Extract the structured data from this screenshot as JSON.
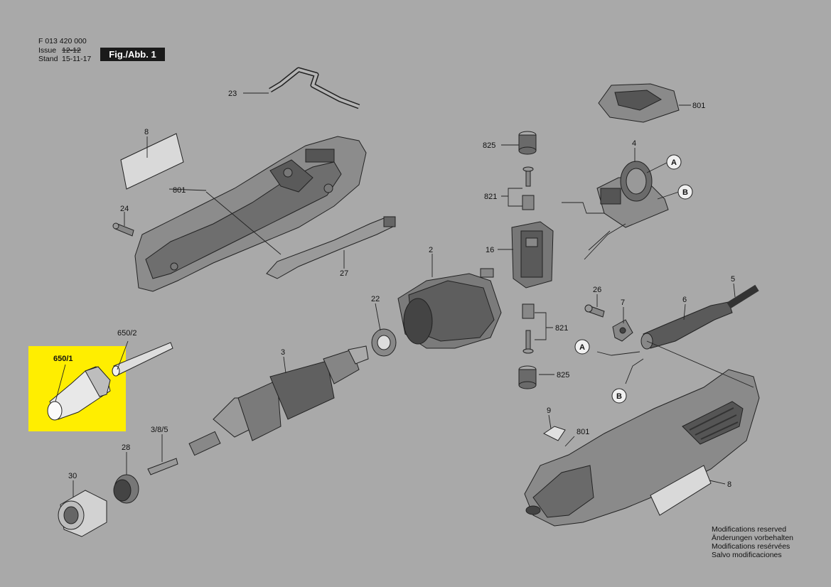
{
  "header": {
    "part_number": "F 013 420 000",
    "issue_label": "Issue",
    "issue_value": "12-12",
    "stand_label": "Stand",
    "stand_value": "15-11-17",
    "figure_label": "Fig./Abb. 1"
  },
  "labels": {
    "p23": "23",
    "p8a": "8",
    "p801a": "801",
    "p24": "24",
    "p27": "27",
    "p650_2": "650/2",
    "p650_1": "650/1",
    "p3": "3",
    "p22": "22",
    "p2": "2",
    "p385": "3/8/5",
    "p28": "28",
    "p30": "30",
    "p825a": "825",
    "p821a": "821",
    "p16": "16",
    "p821b": "821",
    "p825b": "825",
    "p801b": "801",
    "p4": "4",
    "cA1": "A",
    "cB1": "B",
    "p26": "26",
    "p7": "7",
    "p6": "6",
    "p5": "5",
    "cA2": "A",
    "cB2": "B",
    "p9": "9",
    "p801c": "801",
    "p8b": "8"
  },
  "notes": [
    "Modifications reserved",
    "Änderungen vorbehalten",
    "Modifications resérvées",
    "Salvo modificaciones"
  ],
  "colors": {
    "background": "#a9a9a9",
    "highlight": "#ffee00",
    "ink": "#222222"
  }
}
